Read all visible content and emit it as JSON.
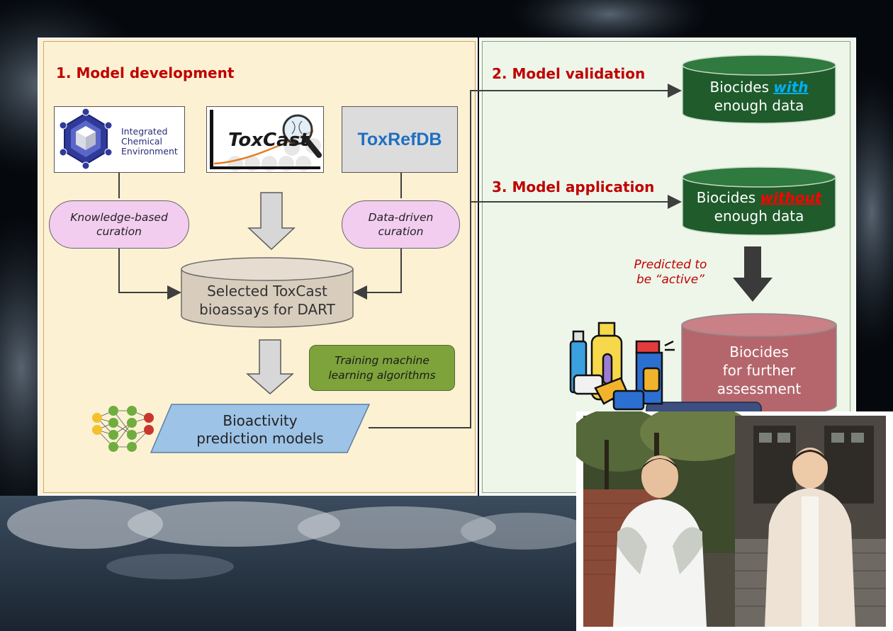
{
  "panels": {
    "development": {
      "heading": "1. Model development"
    },
    "validation": {
      "heading": "2. Model validation"
    },
    "application": {
      "heading": "3. Model application"
    }
  },
  "sources": {
    "ice": {
      "lines": [
        "Integrated",
        "Chemical",
        "Environment"
      ]
    },
    "toxcast": {
      "label": "ToxCast"
    },
    "toxrefdb": {
      "label": "ToxRefDB"
    }
  },
  "curation": {
    "knowledge": [
      "Knowledge-based",
      "curation"
    ],
    "data": [
      "Data-driven",
      "curation"
    ]
  },
  "selected_assays": [
    "Selected ToxCast",
    "bioassays for DART"
  ],
  "training": [
    "Training machine",
    "learning algorithms"
  ],
  "models": [
    "Bioactivity",
    "prediction models"
  ],
  "biocides_with": {
    "prefix": "Biocides ",
    "emph": "with",
    "line2": "enough data"
  },
  "biocides_without": {
    "prefix": "Biocides ",
    "emph": "without",
    "line2": "enough data"
  },
  "predicted": [
    "Predicted to",
    "be “active”"
  ],
  "further": [
    "Biocides",
    "for further",
    "assessment"
  ],
  "colors": {
    "heading_red": "#c00000",
    "dark_green_cylinder": "#1f5b2b",
    "beige_cylinder": "#d8cdbd",
    "rose_cylinder": "#b5666c",
    "with_blue": "#00b0f0",
    "without_red": "#ff0000",
    "toxrefdb_blue": "#1f6fc0",
    "model_blue": "#9dc3e6",
    "pill_pink": "#f2cdf0",
    "training_green": "#7ea33b"
  },
  "icons": [
    "ice-molecule-icon",
    "toxcast-magnifier-icon",
    "neural-network-icon",
    "cleaning-products-icon"
  ]
}
